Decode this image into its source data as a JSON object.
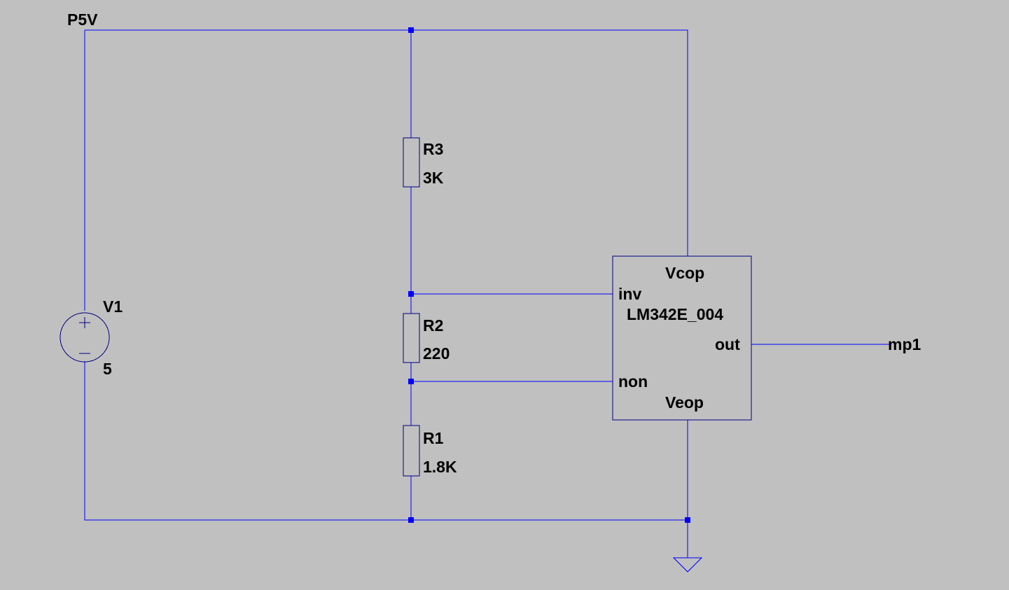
{
  "schematic": {
    "net_label_supply": "P5V",
    "net_label_output": "mp1",
    "colors": {
      "background": "#c0c0c0",
      "wire": "#0000ff",
      "component": "#000080",
      "text": "#000000"
    },
    "source": {
      "name": "V1",
      "value": "5"
    },
    "resistors": [
      {
        "name": "R3",
        "value": "3K"
      },
      {
        "name": "R2",
        "value": "220"
      },
      {
        "name": "R1",
        "value": "1.8K"
      }
    ],
    "ic": {
      "part": "LM342E_004",
      "pins": {
        "vcc": "Vcop",
        "inv": "inv",
        "non": "non",
        "out": "out",
        "vee": "Veop"
      }
    },
    "ground_icon": "ground-symbol-icon"
  }
}
